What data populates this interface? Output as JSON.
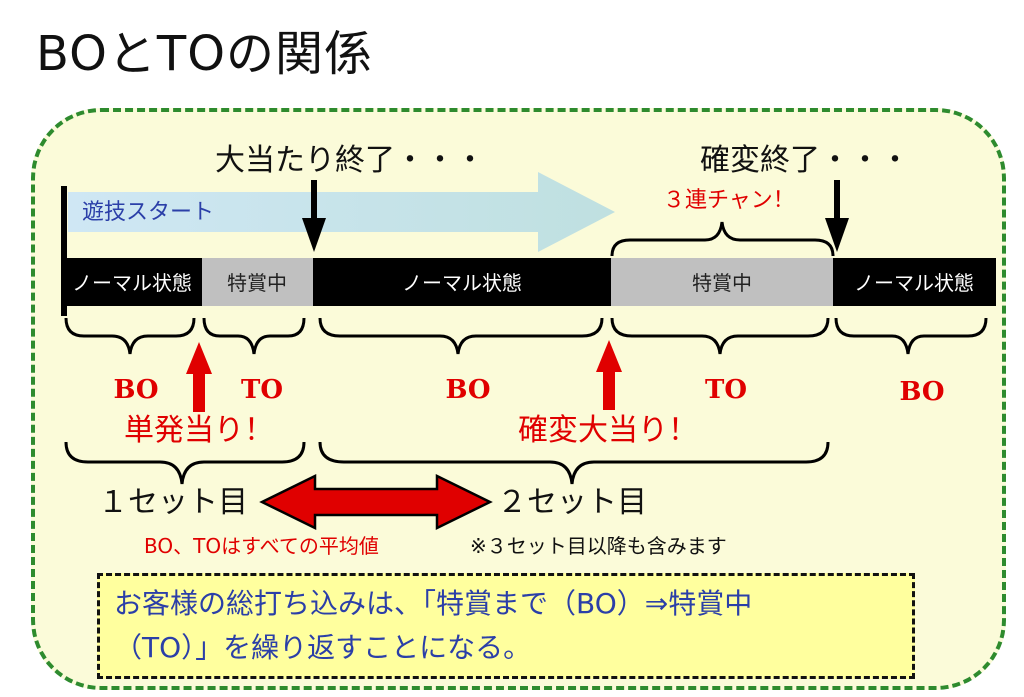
{
  "title": "BOとTOの関係",
  "top_labels": {
    "jackpot_end": "大当たり終了・・・",
    "kakuhen_end": "確変終了・・・"
  },
  "play_start": "遊技スタート",
  "streak_label": "３連チャン！",
  "segments": [
    "ノーマル状態",
    "特賞中",
    "ノーマル状態",
    "特賞中",
    "ノーマル状態"
  ],
  "phase_labels": [
    "BO",
    "TO",
    "BO",
    "TO",
    "BO"
  ],
  "hit_labels": {
    "single": "単発当り！",
    "kakuhen": "確変大当り！"
  },
  "sets": {
    "first": "１セット目",
    "second": "２セット目"
  },
  "avg_note": "BO、TOはすべての平均値",
  "set3_note": "※３セット目以降も含みます",
  "summary": {
    "line1": "お客様の総打ち込みは、「特賞まで（BO）⇒特賞中",
    "line2": "（TO）」を繰り返すことになる。"
  },
  "colors": {
    "green_border": "#2e8b2e",
    "panel_bg": "#fbfbd9",
    "red": "#e00000",
    "note_bg": "#ffff9e",
    "note_text": "#2b3fa8",
    "gray_segment": "#c0c0c0"
  }
}
